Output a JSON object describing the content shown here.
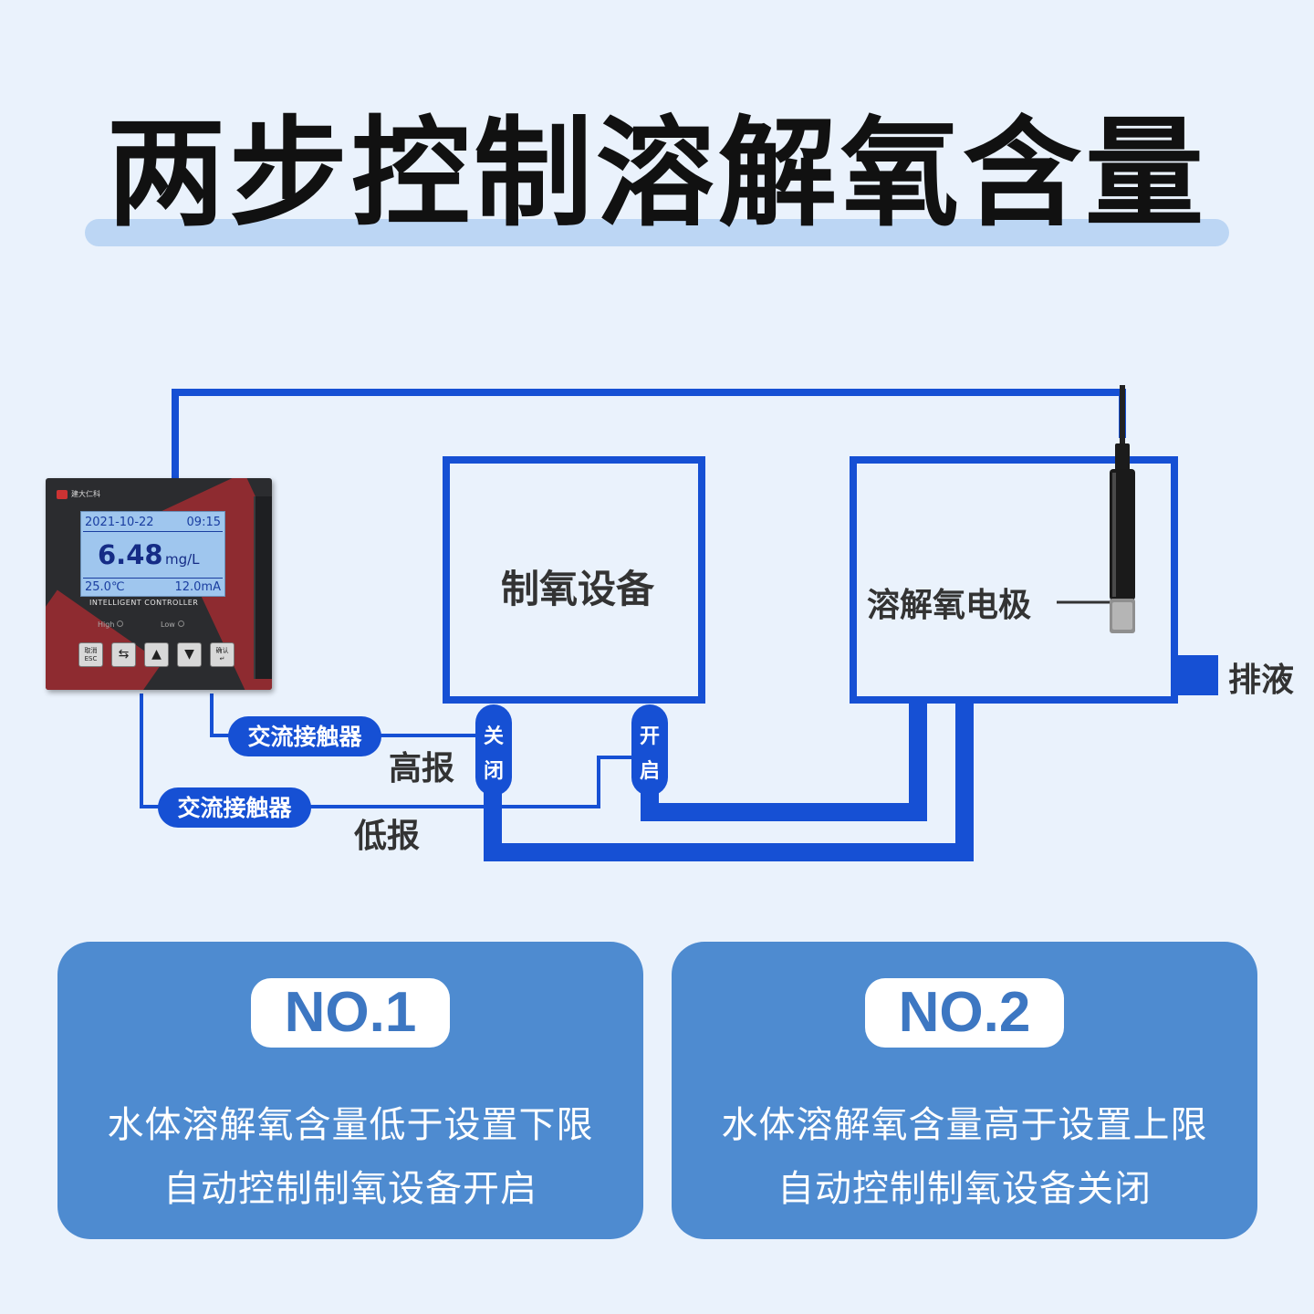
{
  "title": "两步控制溶解氧含量",
  "controller": {
    "brand": "建大仁科",
    "date": "2021-10-22",
    "time": "09:15",
    "value": "6.48",
    "unit": "mg/L",
    "temperature": "25.0℃",
    "current": "12.0mA",
    "model_label": "INTELLIGENT CONTROLLER",
    "indicator_high": "High",
    "indicator_low": "Low",
    "keys": [
      "取消\nESC",
      "⇆",
      "▲",
      "▼",
      "确认\n↵"
    ]
  },
  "diagram": {
    "oxygen_device": "制氧设备",
    "electrode_label": "溶解氧电极",
    "drain_label": "排液",
    "contactor_1": "交流接触器",
    "contactor_2": "交流接触器",
    "high_alarm": "高报",
    "low_alarm": "低报",
    "close_tag": [
      "关",
      "闭"
    ],
    "open_tag": [
      "开",
      "启"
    ]
  },
  "cards": [
    {
      "badge": "NO.1",
      "line1": "水体溶解氧含量低于设置下限",
      "line2": "自动控制制氧设备开启"
    },
    {
      "badge": "NO.2",
      "line1": "水体溶解氧含量高于设置上限",
      "line2": "自动控制制氧设备关闭"
    }
  ],
  "colors": {
    "wire": "#1650d4",
    "card": "#4e8bd0",
    "background": "#eaf2fc",
    "title_bar": "#bcd6f4"
  }
}
